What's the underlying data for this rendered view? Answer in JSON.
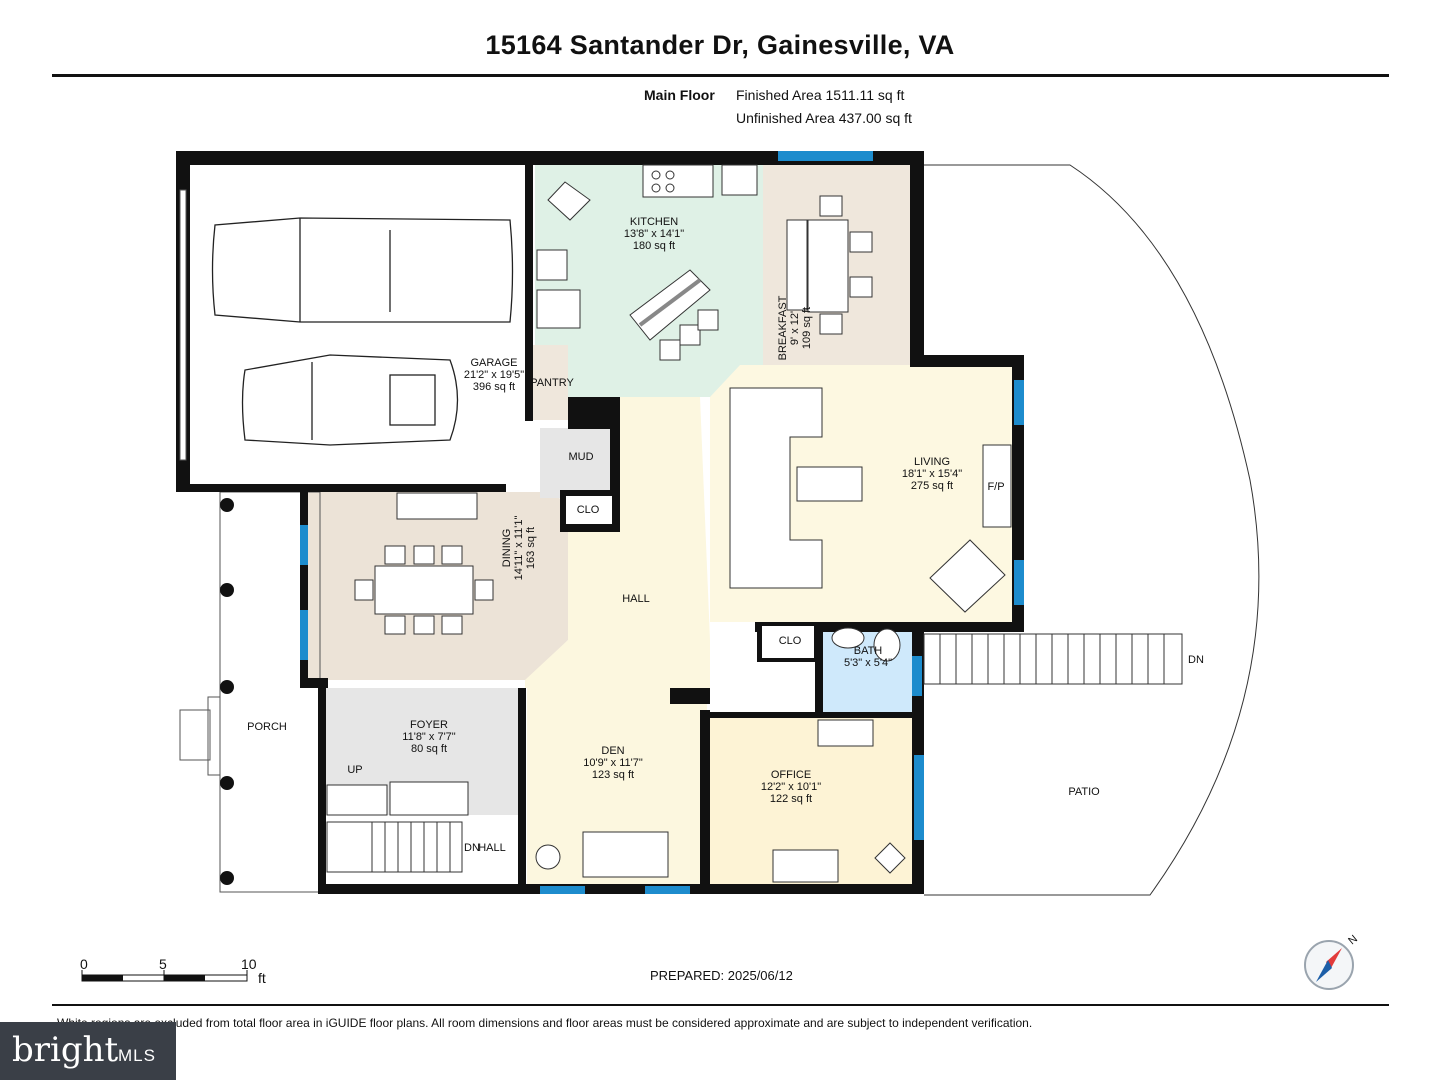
{
  "header": {
    "title": "15164 Santander Dr, Gainesville, VA",
    "floor_name": "Main Floor",
    "finished_area": "Finished Area 1511.11 sq ft",
    "unfinished_area": "Unfinished Area 437.00 sq ft"
  },
  "rooms": {
    "garage": {
      "name": "GARAGE",
      "dims": "21'2\" x 19'5\"",
      "area": "396 sq ft"
    },
    "kitchen": {
      "name": "KITCHEN",
      "dims": "13'8\" x 14'1\"",
      "area": "180 sq ft"
    },
    "breakfast": {
      "name": "BREAKFAST",
      "dims": "9' x 12'",
      "area": "109 sq ft"
    },
    "living": {
      "name": "LIVING",
      "dims": "18'1\" x 15'4\"",
      "area": "275 sq ft",
      "fireplace": "F/P"
    },
    "dining": {
      "name": "DINING",
      "dims": "14'11\" x 11'1\"",
      "area": "163 sq ft"
    },
    "foyer": {
      "name": "FOYER",
      "dims": "11'8\" x 7'7\"",
      "area": "80 sq ft"
    },
    "den": {
      "name": "DEN",
      "dims": "10'9\" x 11'7\"",
      "area": "123 sq ft"
    },
    "office": {
      "name": "OFFICE",
      "dims": "12'2\" x 10'1\"",
      "area": "122 sq ft"
    },
    "bath": {
      "name": "BATH",
      "dims": "5'3\" x 5'4\""
    },
    "pantry": "PANTRY",
    "mud": "MUD",
    "clo1": "CLO",
    "clo2": "CLO",
    "hall": "HALL",
    "hall2": "HALL",
    "porch": "PORCH",
    "patio": "PATIO",
    "up": "UP",
    "dn_stairs": "DN",
    "dn_deck": "DN"
  },
  "colors": {
    "kitchen": "#dff1e6",
    "breakfast": "#efe7dc",
    "living": "#fdf8e1",
    "dining": "#ece3d7",
    "foyer": "#e6e6e6",
    "hall": "#fcf7df",
    "office": "#fdf3d5",
    "bath": "#cfe9fb",
    "wall": "#111111",
    "window": "#1d8ccd"
  },
  "scale": {
    "labels": [
      "0",
      "5",
      "10"
    ],
    "unit": "ft"
  },
  "prepared": "PREPARED: 2025/06/12",
  "compass": {
    "north_label": "N"
  },
  "footnote": "White regions are excluded from total floor area in iGUIDE floor plans. All room dimensions and floor areas must be considered approximate and are subject to independent verification.",
  "brand": {
    "name": "bright",
    "suffix": "MLS"
  }
}
